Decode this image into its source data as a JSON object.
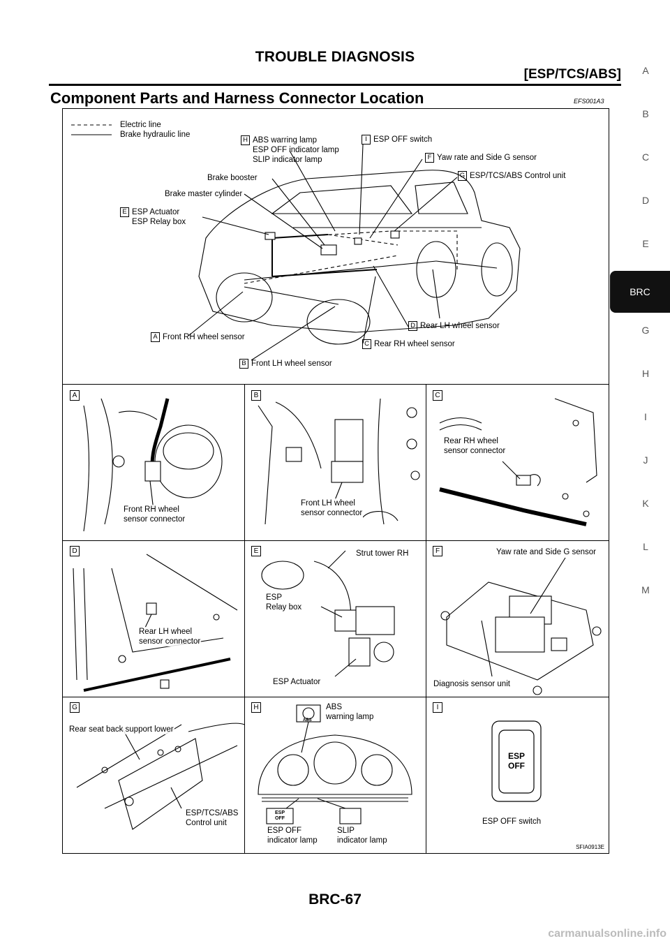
{
  "header": {
    "title": "TROUBLE DIAGNOSIS",
    "subtitle": "[ESP/TCS/ABS]"
  },
  "section": {
    "title": "Component Parts and Harness Connector Location",
    "code": "EFS001A3"
  },
  "side_tabs": [
    "A",
    "B",
    "C",
    "D",
    "E",
    "BRC",
    "G",
    "H",
    "I",
    "J",
    "K",
    "L",
    "M"
  ],
  "active_tab": "BRC",
  "overview": {
    "legend": {
      "electric": "Electric line",
      "hydraulic": "Brake hydraulic line"
    },
    "callouts": {
      "H": {
        "letter": "H",
        "text": "ABS warring lamp\nESP OFF indicator lamp\nSLIP indicator lamp"
      },
      "I": {
        "letter": "I",
        "text": "ESP OFF switch"
      },
      "F": {
        "letter": "F",
        "text": "Yaw rate and Side G sensor"
      },
      "G": {
        "letter": "G",
        "text": "ESP/TCS/ABS Control unit"
      },
      "E": {
        "letter": "E",
        "text": "ESP Actuator\nESP Relay box"
      },
      "D": {
        "letter": "D",
        "text": "Rear LH wheel sensor"
      },
      "C": {
        "letter": "C",
        "text": "Rear RH wheel sensor"
      },
      "A": {
        "letter": "A",
        "text": "Front RH wheel sensor"
      },
      "B": {
        "letter": "B",
        "text": "Front LH wheel sensor"
      },
      "booster": "Brake booster",
      "master": "Brake master cylinder"
    }
  },
  "panels": {
    "A": {
      "letter": "A",
      "label": "Front RH wheel\nsensor connector"
    },
    "B": {
      "letter": "B",
      "label": "Front LH wheel\nsensor connector"
    },
    "C": {
      "letter": "C",
      "label": "Rear RH wheel\nsensor connector"
    },
    "D": {
      "letter": "D",
      "label": "Rear LH wheel\nsensor connector"
    },
    "E": {
      "letter": "E",
      "strut": "Strut tower RH",
      "relay": "ESP\nRelay box",
      "actuator": "ESP Actuator"
    },
    "F": {
      "letter": "F",
      "sensor": "Yaw rate and Side G sensor",
      "diag": "Diagnosis sensor unit"
    },
    "G": {
      "letter": "G",
      "support": "Rear seat back support lower",
      "unit": "ESP/TCS/ABS\nControl unit"
    },
    "H": {
      "letter": "H",
      "abs": "ABS\nwarning lamp",
      "abs_icon": "ABS",
      "espoff_icon": "ESP\nOFF",
      "espoff": "ESP OFF\nindicator lamp",
      "slip": "SLIP\nindicator lamp"
    },
    "I": {
      "letter": "I",
      "switch_text": "ESP\nOFF",
      "label": "ESP OFF switch"
    }
  },
  "figure_id": "SFIA0913E",
  "page_number": "BRC-67",
  "watermark": "carmanualsonline.info"
}
